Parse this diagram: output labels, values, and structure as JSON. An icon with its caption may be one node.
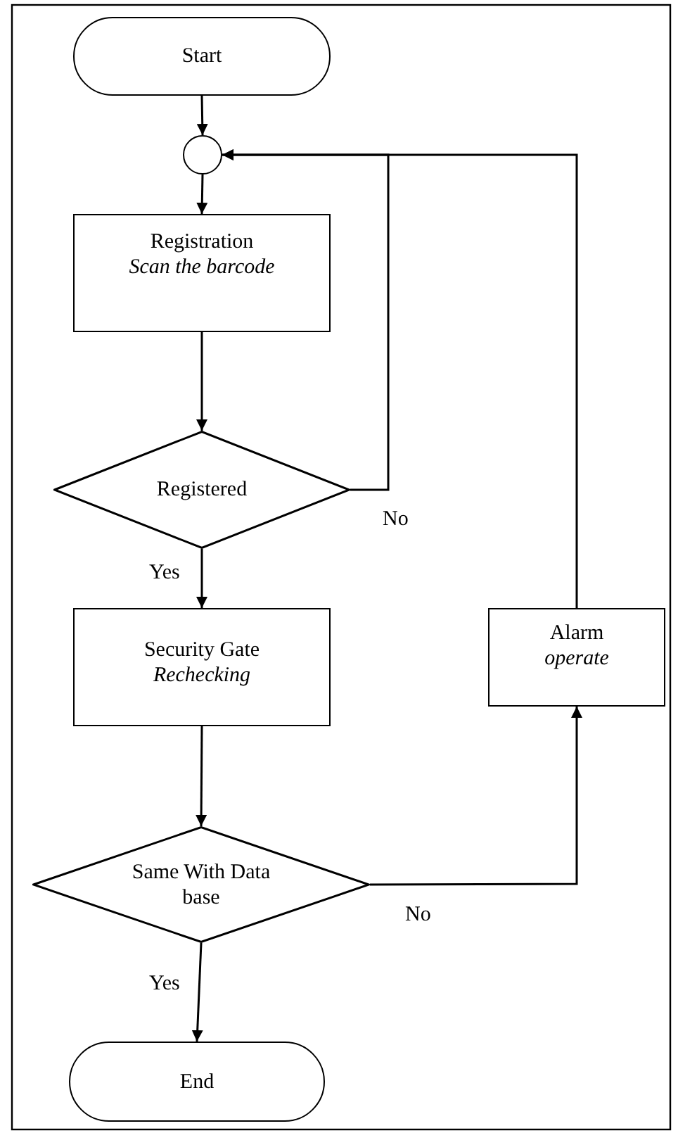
{
  "diagram": {
    "nodes": [
      {
        "text": [
          "Start"
        ]
      },
      {
        "text": [],
        "shape": "circle"
      },
      {
        "text": [
          "Registration",
          "Scan the barcode"
        ]
      },
      {
        "text": [
          "Registered"
        ]
      },
      {
        "text": [
          "Security Gate",
          "Rechecking"
        ]
      },
      {
        "text": [
          "Same With Data base"
        ]
      },
      {
        "text": [
          "End"
        ]
      },
      {
        "text": [
          "Alarm",
          "operate"
        ]
      }
    ],
    "edges": [
      {
        "from": 0,
        "to": 1,
        "arrow": "to"
      },
      {
        "from": 1,
        "to": 2,
        "arrow": "to"
      },
      {
        "from": 2,
        "to": 3,
        "arrow": "to"
      },
      {
        "from": 3,
        "to": 4,
        "arrow": "to",
        "label": "Yes"
      },
      {
        "from": 3,
        "to": 1,
        "arrow": "to",
        "label": "No"
      },
      {
        "from": 4,
        "to": 5,
        "arrow": "to"
      },
      {
        "from": 5,
        "to": 6,
        "arrow": "to",
        "label": "Yes"
      },
      {
        "from": 5,
        "to": 7,
        "arrow": "to",
        "label": "No"
      },
      {
        "from": 7,
        "to": 1,
        "arrow": "to"
      }
    ]
  }
}
